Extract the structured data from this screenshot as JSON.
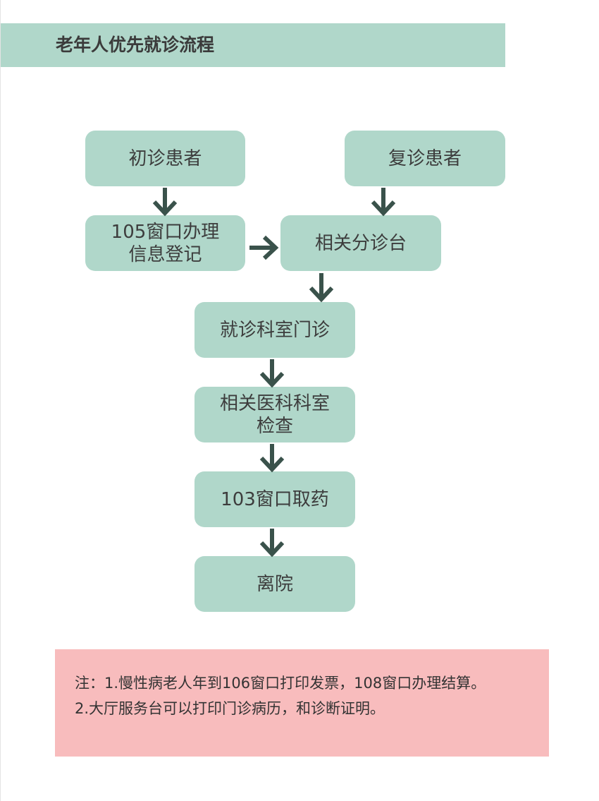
{
  "title": "老年人优先就诊流程",
  "nodes": {
    "first_visit": "初诊患者",
    "return_visit": "复诊患者",
    "window105": [
      "105窗口办理",
      "信息登记"
    ],
    "triage": "相关分诊台",
    "clinic": "就诊科室门诊",
    "exam": [
      "相关医科科室",
      "检查"
    ],
    "pharmacy": "103窗口取药",
    "leave": "离院"
  },
  "note": {
    "line1": "注：1.慢性病老人年到106窗口打印发票，108窗口办理结算。",
    "line2": "2.大厅服务台可以打印门诊病历，和诊断证明。"
  },
  "colors": {
    "box": "#b0d7ca",
    "arrow": "#3a524b",
    "note_bg": "#f8bcbd"
  }
}
